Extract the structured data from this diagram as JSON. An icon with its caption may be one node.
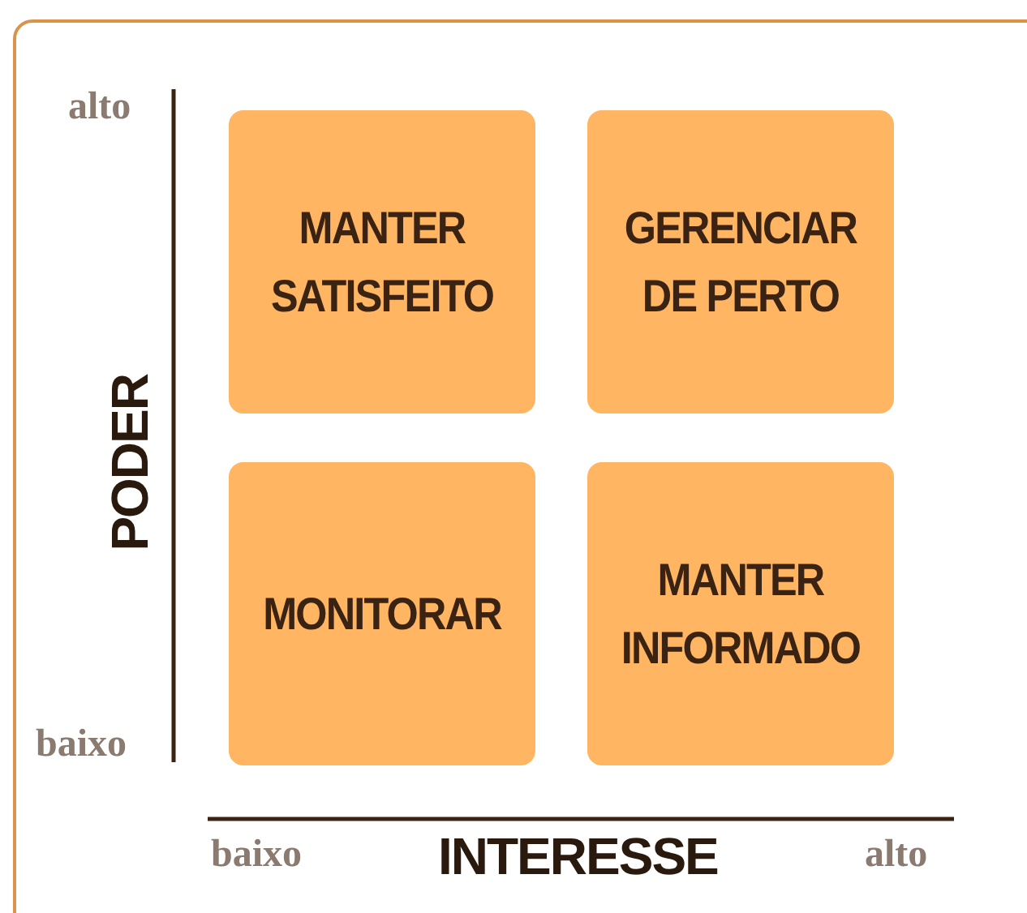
{
  "diagram": {
    "nodes": [
      {
        "text": [
          "MANTER SATISFEITO"
        ]
      },
      {
        "text": [
          "GERENCIAR DE PERTO"
        ]
      },
      {
        "text": [
          "MONITORAR"
        ]
      },
      {
        "text": [
          "MANTER INFORMADO"
        ]
      }
    ],
    "labels": [
      "alto",
      "PODER",
      "baixo",
      "baixo",
      "INTERESSE",
      "alto"
    ]
  }
}
